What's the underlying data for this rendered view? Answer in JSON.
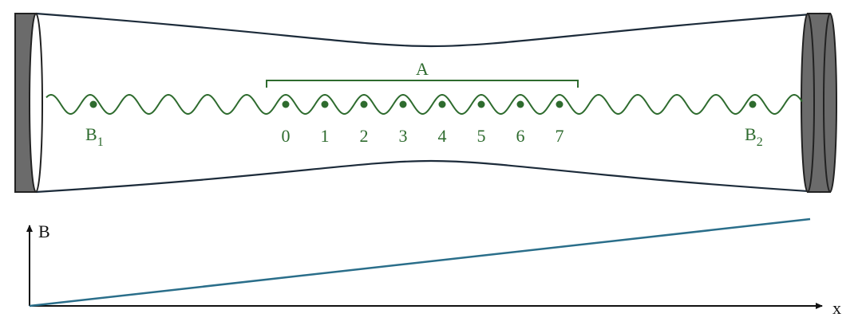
{
  "colors": {
    "lattice": "#2e6b2e",
    "beam_outline": "#1c2b3a",
    "mirror_fill": "#6b6b6b",
    "mirror_stroke": "#222222",
    "field_line": "#2a6e8a",
    "axis": "#111111"
  },
  "labels": {
    "region_a": "A",
    "b1_base": "B",
    "b1_sub": "1",
    "b2_base": "B",
    "b2_sub": "2",
    "site_numbers": [
      "0",
      "1",
      "2",
      "3",
      "4",
      "5",
      "6",
      "7"
    ],
    "y_axis": "B",
    "x_axis": "x"
  }
}
